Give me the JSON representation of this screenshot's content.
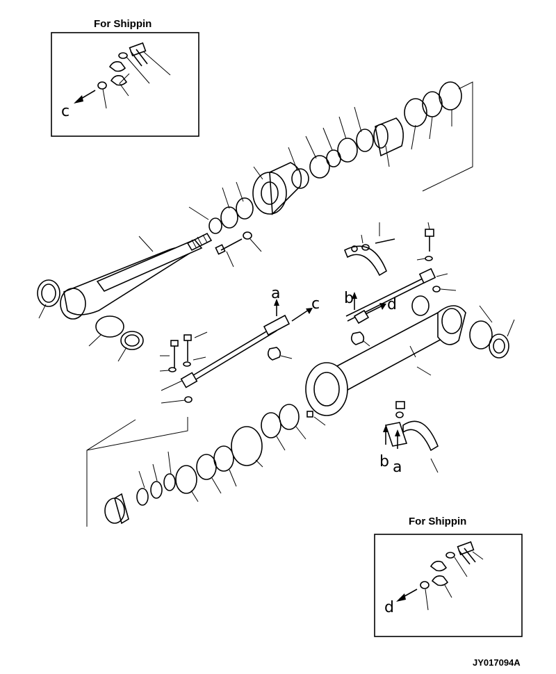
{
  "shipping_box_top": {
    "title": "For Shippin",
    "callout": "c"
  },
  "shipping_box_bottom": {
    "title": "For Shippin",
    "callout": "d"
  },
  "callouts": {
    "a1": "a",
    "b1": "b",
    "c1": "c",
    "d1": "d",
    "b2": "b",
    "a2": "a"
  },
  "drawing_code": "JY017094A"
}
